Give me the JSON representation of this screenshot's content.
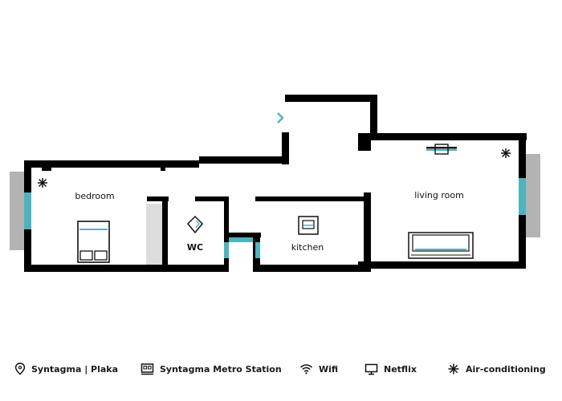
{
  "rooms": {
    "bedroom": "bedroom",
    "wc": "WC",
    "kitchen": "kitchen",
    "living_room": "living room"
  },
  "legend": [
    {
      "icon": "location-pin-icon",
      "label": "Syntagma | Plaka"
    },
    {
      "icon": "metro-station-icon",
      "label": "Syntagma Metro Station"
    },
    {
      "icon": "wifi-icon",
      "label": "Wifi"
    },
    {
      "icon": "tv-monitor-icon",
      "label": "Netflix"
    },
    {
      "icon": "snowflake-icon",
      "label": "Air-conditioning"
    }
  ],
  "colors": {
    "wall": "#000000",
    "window": "#4fb3bf",
    "balcony": "#b3b3b3",
    "closet": "#dcdcdc"
  }
}
